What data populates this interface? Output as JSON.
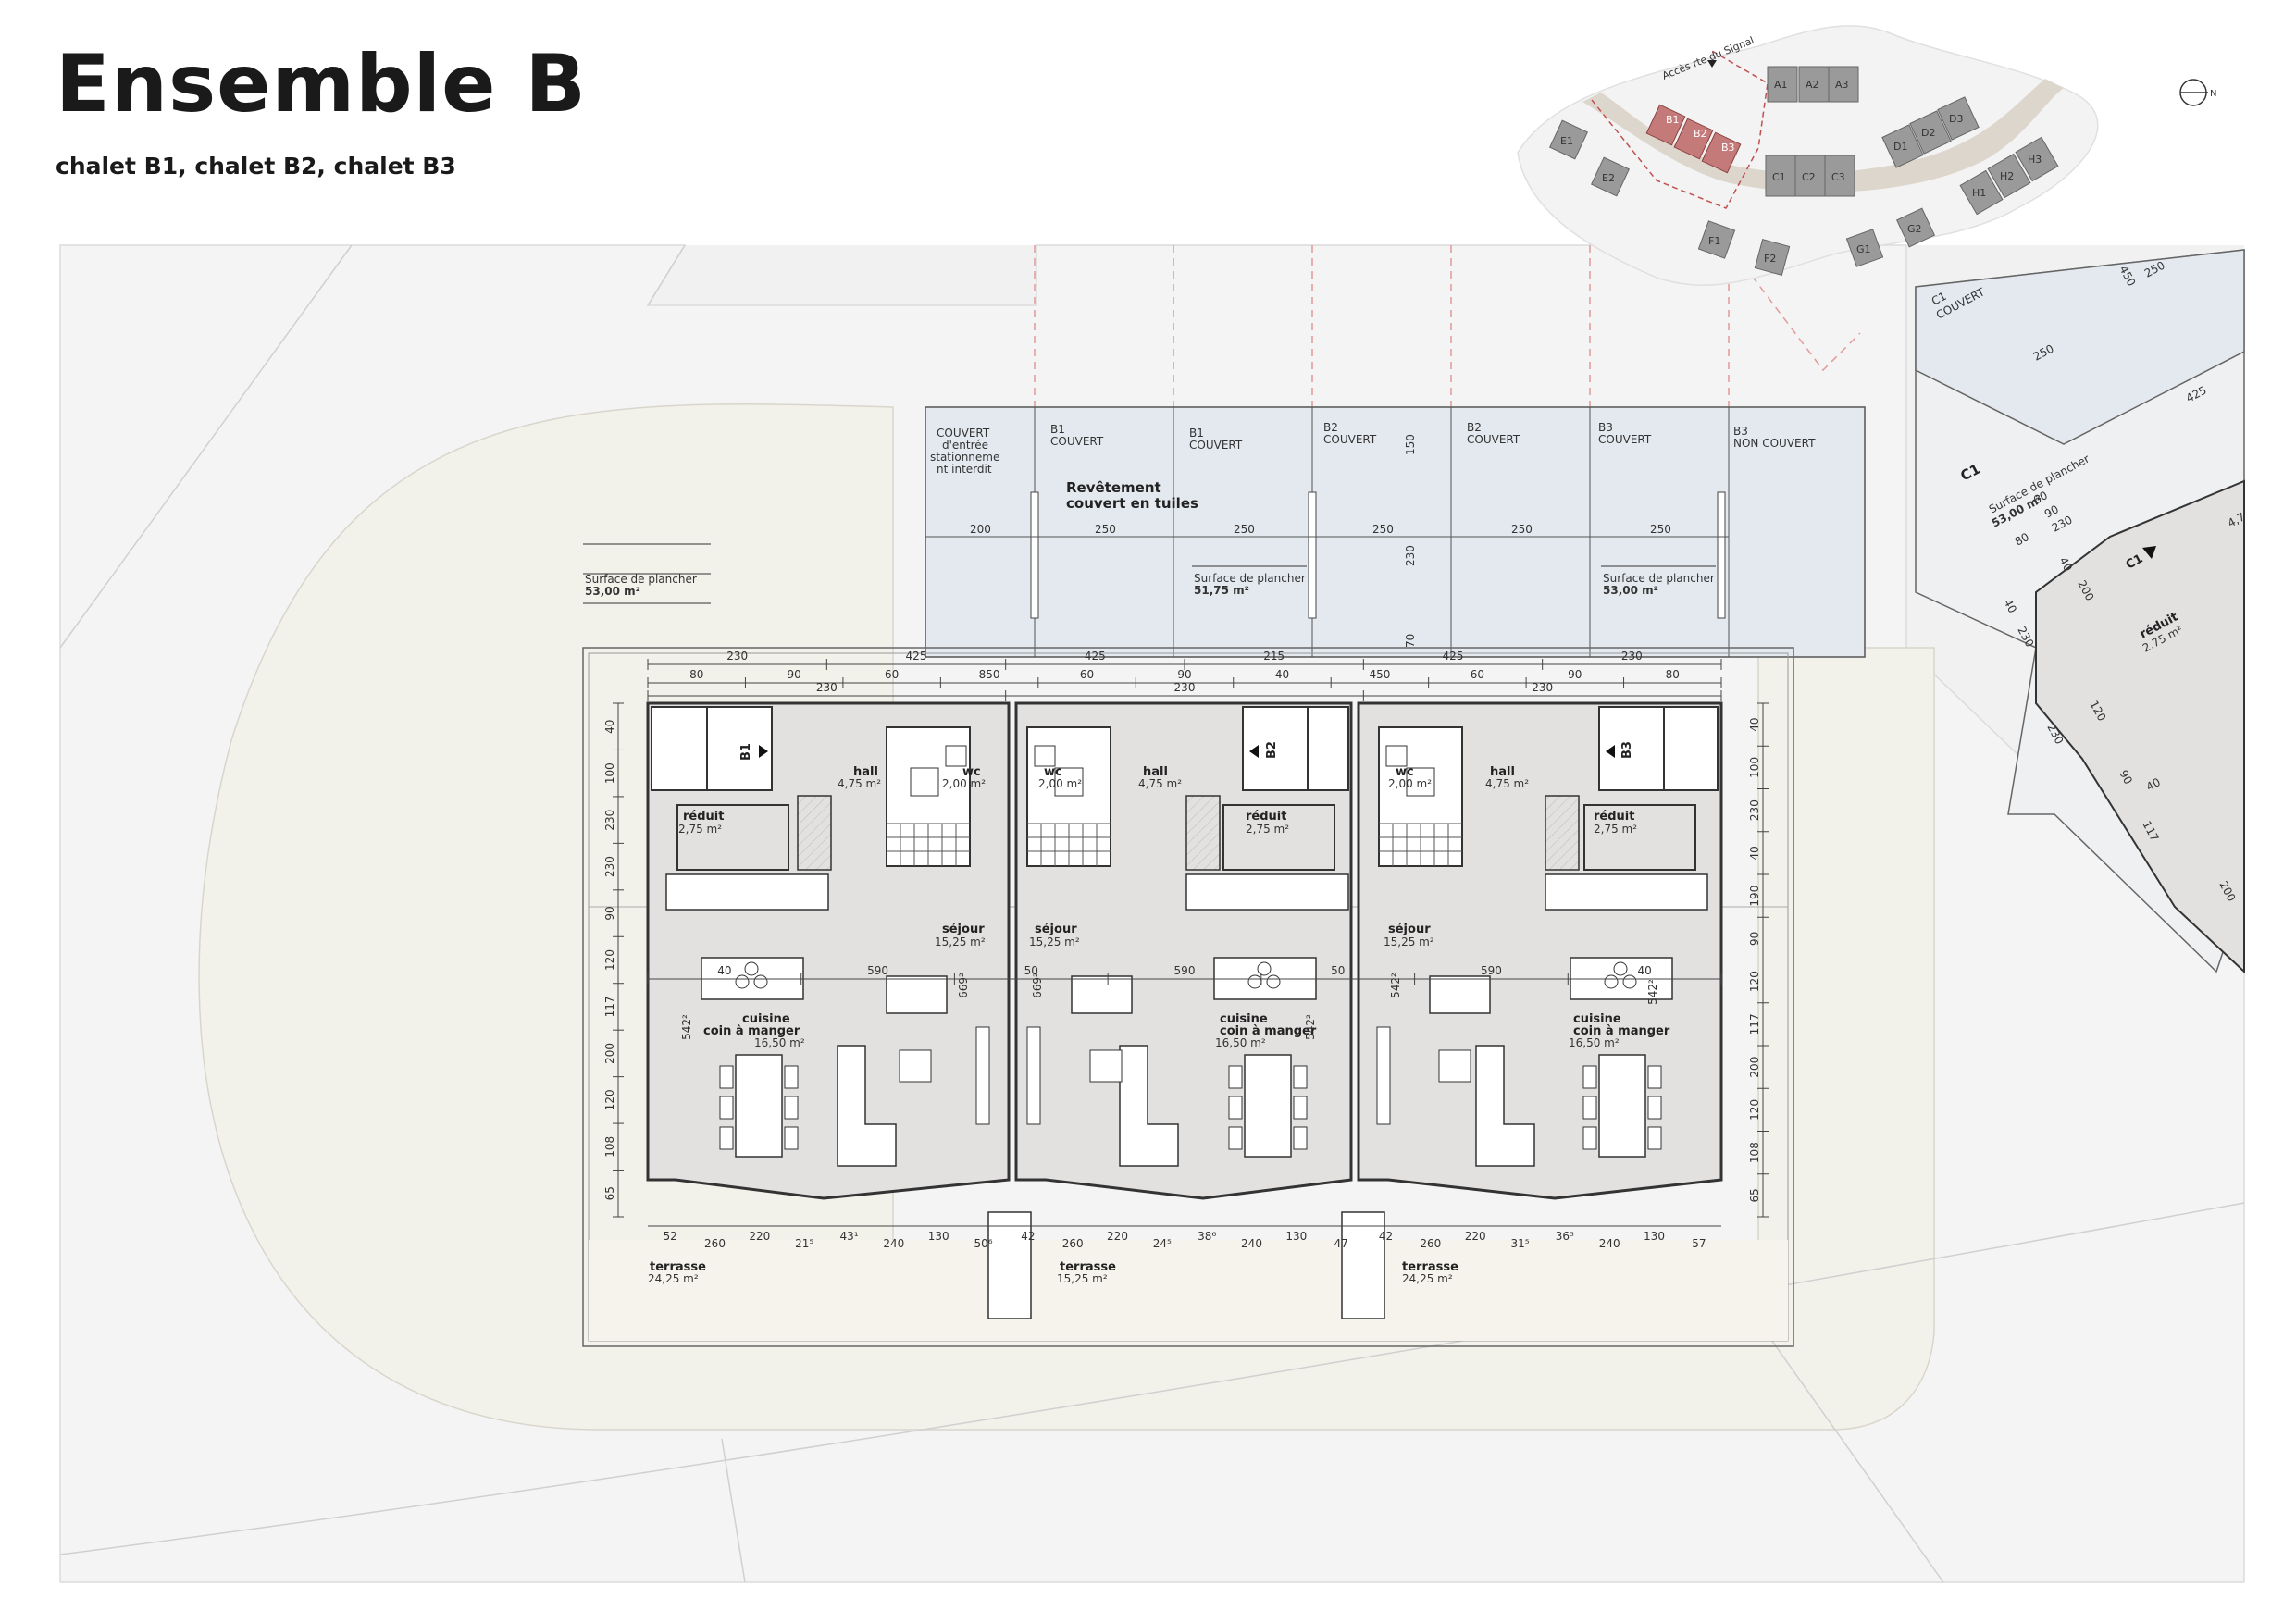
{
  "header": {
    "title": "Ensemble B",
    "subtitle": "chalet B1, chalet B2, chalet B3"
  },
  "compass": {
    "label": "N"
  },
  "site_plan": {
    "road_label": "Accès rte du Signal",
    "highlight_color": "#c57a7a",
    "chalets": {
      "a1": "A1",
      "a2": "A2",
      "a3": "A3",
      "b1": "B1",
      "b2": "B2",
      "b3": "B3",
      "c1": "C1",
      "c2": "C2",
      "c3": "C3",
      "d1": "D1",
      "d2": "D2",
      "d3": "D3",
      "e1": "E1",
      "e2": "E2",
      "f1": "F1",
      "f2": "F2",
      "g1": "G1",
      "g2": "G2",
      "h1": "H1",
      "h2": "H2",
      "h3": "H3"
    }
  },
  "carport": {
    "bays": [
      {
        "l1": "COUVERT",
        "l2": "d'entrée",
        "l3": "stationneme",
        "l4": "nt interdit"
      },
      {
        "l1": "B1",
        "l2": "COUVERT"
      },
      {
        "l1": "B1",
        "l2": "COUVERT"
      },
      {
        "l1": "B2",
        "l2": "COUVERT"
      },
      {
        "l1": "B2",
        "l2": "COUVERT"
      },
      {
        "l1": "B3",
        "l2": "COUVERT"
      },
      {
        "l1": "B3",
        "l2": "NON COUVERT"
      }
    ],
    "roof_l1": "Revêtement",
    "roof_l2": "couvert en tuiles",
    "widths": [
      "200",
      "250",
      "250",
      "250",
      "250",
      "250"
    ],
    "depths": [
      "150",
      "230",
      "70"
    ]
  },
  "surfaces": [
    {
      "label": "Surface de plancher",
      "value": "53,00 m²"
    },
    {
      "label": "Surface de plancher",
      "value": "51,75 m²"
    },
    {
      "label": "Surface de plancher",
      "value": "53,00 m²"
    }
  ],
  "chalets": [
    {
      "id": "B1",
      "hall": "4,75 m²",
      "wc": "2,00 m²",
      "reduit": "2,75 m²",
      "sejour": "15,25 m²",
      "cuisine": "16,50 m²",
      "terrasse": "24,25 m²"
    },
    {
      "id": "B2",
      "hall": "4,75 m²",
      "wc": "2,00 m²",
      "reduit": "2,75 m²",
      "sejour": "15,25 m²",
      "cuisine": "16,50 m²",
      "terrasse": "15,25 m²"
    },
    {
      "id": "B3",
      "hall": "4,75 m²",
      "wc": "2,00 m²",
      "reduit": "2,75 m²",
      "sejour": "15,25 m²",
      "cuisine": "16,50 m²",
      "terrasse": "24,25 m²"
    }
  ],
  "room_names": {
    "hall": "hall",
    "wc": "wc",
    "reduit": "réduit",
    "sejour": "séjour",
    "cuisine_l1": "cuisine",
    "cuisine_l2": "coin à manger",
    "terrasse": "terrasse"
  },
  "dimensions": {
    "top_row1": [
      "230",
      "425",
      "425",
      "215",
      "425",
      "230"
    ],
    "top_row2": [
      "80",
      "90",
      "60",
      "850",
      "60",
      "90",
      "40",
      "450",
      "60",
      "90",
      "80"
    ],
    "top_row3": [
      "230",
      "230",
      "230"
    ],
    "left_side": [
      "40",
      "100",
      "230",
      "230",
      "90",
      "120",
      "117",
      "200",
      "120",
      "108",
      "65"
    ],
    "right_side": [
      "40",
      "100",
      "230",
      "40",
      "190",
      "90",
      "120",
      "117",
      "200",
      "120",
      "108",
      "65"
    ],
    "mid_row": [
      "40",
      "590",
      "50",
      "590",
      "50",
      "590",
      "40"
    ],
    "diag": [
      "669²",
      "669²",
      "542²",
      "542²",
      "542²",
      "542²"
    ],
    "bottom_row": [
      "52",
      "260",
      "220",
      "21⁵",
      "43¹",
      "240",
      "130",
      "50⁶",
      "42",
      "260",
      "220",
      "24⁵",
      "38⁶",
      "240",
      "130",
      "47",
      "42",
      "260",
      "220",
      "31⁵",
      "36⁵",
      "240",
      "130",
      "57"
    ]
  },
  "neighbor": {
    "c1_label": "C1",
    "c1_cover": "C1",
    "c1_cover2": "COUVERT",
    "surface_label": "Surface de plancher",
    "surface_value": "53,00 m²",
    "reduit": "réduit",
    "reduit_area": "2,75 m²",
    "cuisine_area": "4,7",
    "c1_door": "C1",
    "dims": [
      "250",
      "425",
      "250",
      "450",
      "60",
      "80",
      "90",
      "230",
      "40",
      "200",
      "40",
      "230",
      "120",
      "40",
      "117",
      "230",
      "200",
      "90"
    ]
  }
}
